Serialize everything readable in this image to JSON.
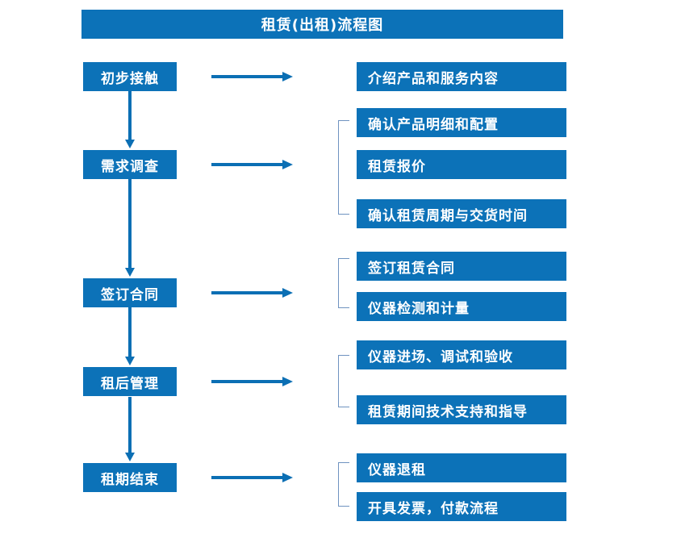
{
  "title": "租赁(出租)流程图",
  "colors": {
    "box_blue": "#0c72b8",
    "arrow_blue": "#0b6fb4",
    "bracket_gray_blue": "#6f93c0",
    "text_white": "#ffffff",
    "background": "#ffffff"
  },
  "flow": {
    "stages": [
      {
        "id": "initial-contact",
        "label": "初步接触"
      },
      {
        "id": "needs-survey",
        "label": "需求调查"
      },
      {
        "id": "sign-contract",
        "label": "签订合同"
      },
      {
        "id": "post-rental-management",
        "label": "租后管理"
      },
      {
        "id": "rental-end",
        "label": "租期结束"
      }
    ],
    "details": [
      {
        "id": "introduce-products",
        "label": "介绍产品和服务内容"
      },
      {
        "id": "confirm-product-details",
        "label": "确认产品明细和配置"
      },
      {
        "id": "rental-quotation",
        "label": "租赁报价"
      },
      {
        "id": "confirm-period-delivery",
        "label": "确认租赁周期与交货时间"
      },
      {
        "id": "sign-rental-contract",
        "label": "签订租赁合同"
      },
      {
        "id": "instrument-inspection",
        "label": "仪器检测和计量"
      },
      {
        "id": "instrument-entry-commissioning",
        "label": "仪器进场、调试和验收"
      },
      {
        "id": "technical-support",
        "label": "租赁期间技术支持和指导"
      },
      {
        "id": "instrument-return",
        "label": "仪器退租"
      },
      {
        "id": "invoice-payment",
        "label": "开具发票，付款流程"
      }
    ],
    "connector_arrows": {
      "horizontal_count": 5,
      "vertical_count": 4
    },
    "brackets": [
      {
        "id": "needs-survey-group",
        "groups": [
          "确认产品明细和配置",
          "租赁报价",
          "确认租赁周期与交货时间"
        ]
      },
      {
        "id": "sign-contract-group",
        "groups": [
          "签订租赁合同",
          "仪器检测和计量"
        ]
      },
      {
        "id": "post-rental-group",
        "groups": [
          "仪器进场、调试和验收",
          "租赁期间技术支持和指导"
        ]
      },
      {
        "id": "rental-end-group",
        "groups": [
          "仪器退租",
          "开具发票，付款流程"
        ]
      }
    ]
  }
}
